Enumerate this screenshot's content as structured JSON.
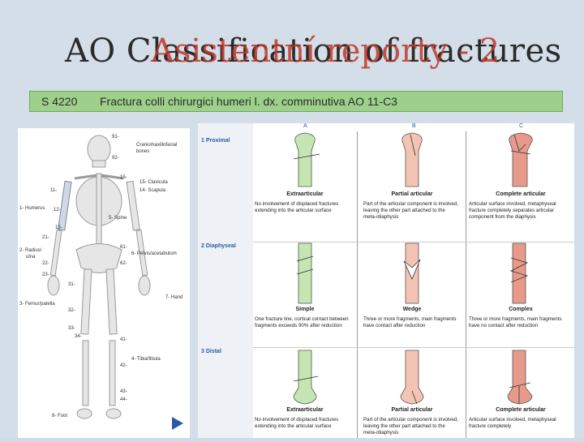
{
  "slide": {
    "title": "AO Classification of fractures",
    "overlay_title": "Asistentní reporty - 2"
  },
  "bar": {
    "code": "S 4220",
    "diagnosis": "Fractura colli chirurgici humeri l. dx. comminutiva AO 11-C3"
  },
  "skeleton": {
    "labels": [
      "91-",
      "92-",
      "Craniomaxillofacial",
      "bones",
      "15-",
      "15- Clavicula",
      "14- Scapula",
      "1- Humerus",
      "5- Spine",
      "2- Radius/",
      "ulna",
      "6- Pelvis/acetabulum",
      "7- Hand",
      "3- Femur/patella",
      "4- Tibia/fibula",
      "8- Foot",
      "11-",
      "12-",
      "13-",
      "21-",
      "22-",
      "23-",
      "31-",
      "32-",
      "33-",
      "34-",
      "41-",
      "42-",
      "43-",
      "44-",
      "61-",
      "62-"
    ]
  },
  "figure": {
    "columns": [
      "A",
      "B",
      "C"
    ],
    "sections": [
      {
        "label": "1 Proximal",
        "cells": [
          {
            "title": "Extraarticular",
            "desc": "No involvement of displaced fractures extending into the articular surface"
          },
          {
            "title": "Partial articular",
            "desc": "Part of the articular component is involved, leaving the other part attached to the meta-/diaphysis"
          },
          {
            "title": "Complete articular",
            "desc": "Articular surface involved, metaphyseal fracture completely separates articular component from the diaphysis"
          }
        ]
      },
      {
        "label": "2 Diaphyseal",
        "cells": [
          {
            "title": "Simple",
            "desc": "One fracture line, cortical contact between fragments exceeds 90% after reduction"
          },
          {
            "title": "Wedge",
            "desc": "Three or more fragments, main fragments have contact after reduction"
          },
          {
            "title": "Complex",
            "desc": "Three or more fragments, main fragments have no contact after reduction"
          }
        ]
      },
      {
        "label": "3 Distal",
        "cells": [
          {
            "title": "Extraarticular",
            "desc": "No involvement of displaced fractures extending into the articular surface"
          },
          {
            "title": "Partial articular",
            "desc": "Part of the articular component is involved, leaving the other part attached to the meta-/diaphysis"
          },
          {
            "title": "Complete articular",
            "desc": "Articular surface involved, metaphyseal fracture completely"
          }
        ]
      }
    ]
  },
  "colors": {
    "green_bone": "#c5e6b3",
    "pink_bone": "#f3c4b3",
    "red_bone": "#e79a8a",
    "section_blue": "#2b5aa5",
    "bar_green": "#9dd08a",
    "overlay_red": "#c0392b"
  }
}
